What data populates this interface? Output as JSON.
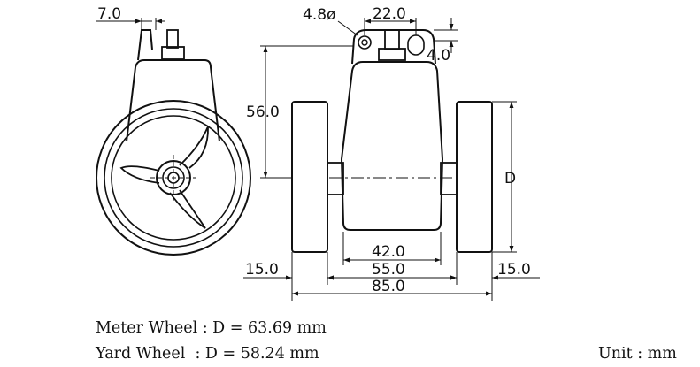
{
  "dimensions": {
    "side_width": "7.0",
    "hole_diameter": "4.8ø",
    "mount_spacing": "22.0",
    "mount_thickness": "4.0",
    "body_height": "56.0",
    "wheel_diameter": "D",
    "inner_width": "42.0",
    "body_width": "55.0",
    "left_wheel_width": "15.0",
    "right_wheel_width": "15.0",
    "overall_width": "85.0"
  },
  "notes": {
    "meter_wheel": "Meter Wheel : D = 63.69 mm",
    "yard_wheel": "Yard Wheel  : D = 58.24 mm",
    "unit": "Unit : mm"
  }
}
